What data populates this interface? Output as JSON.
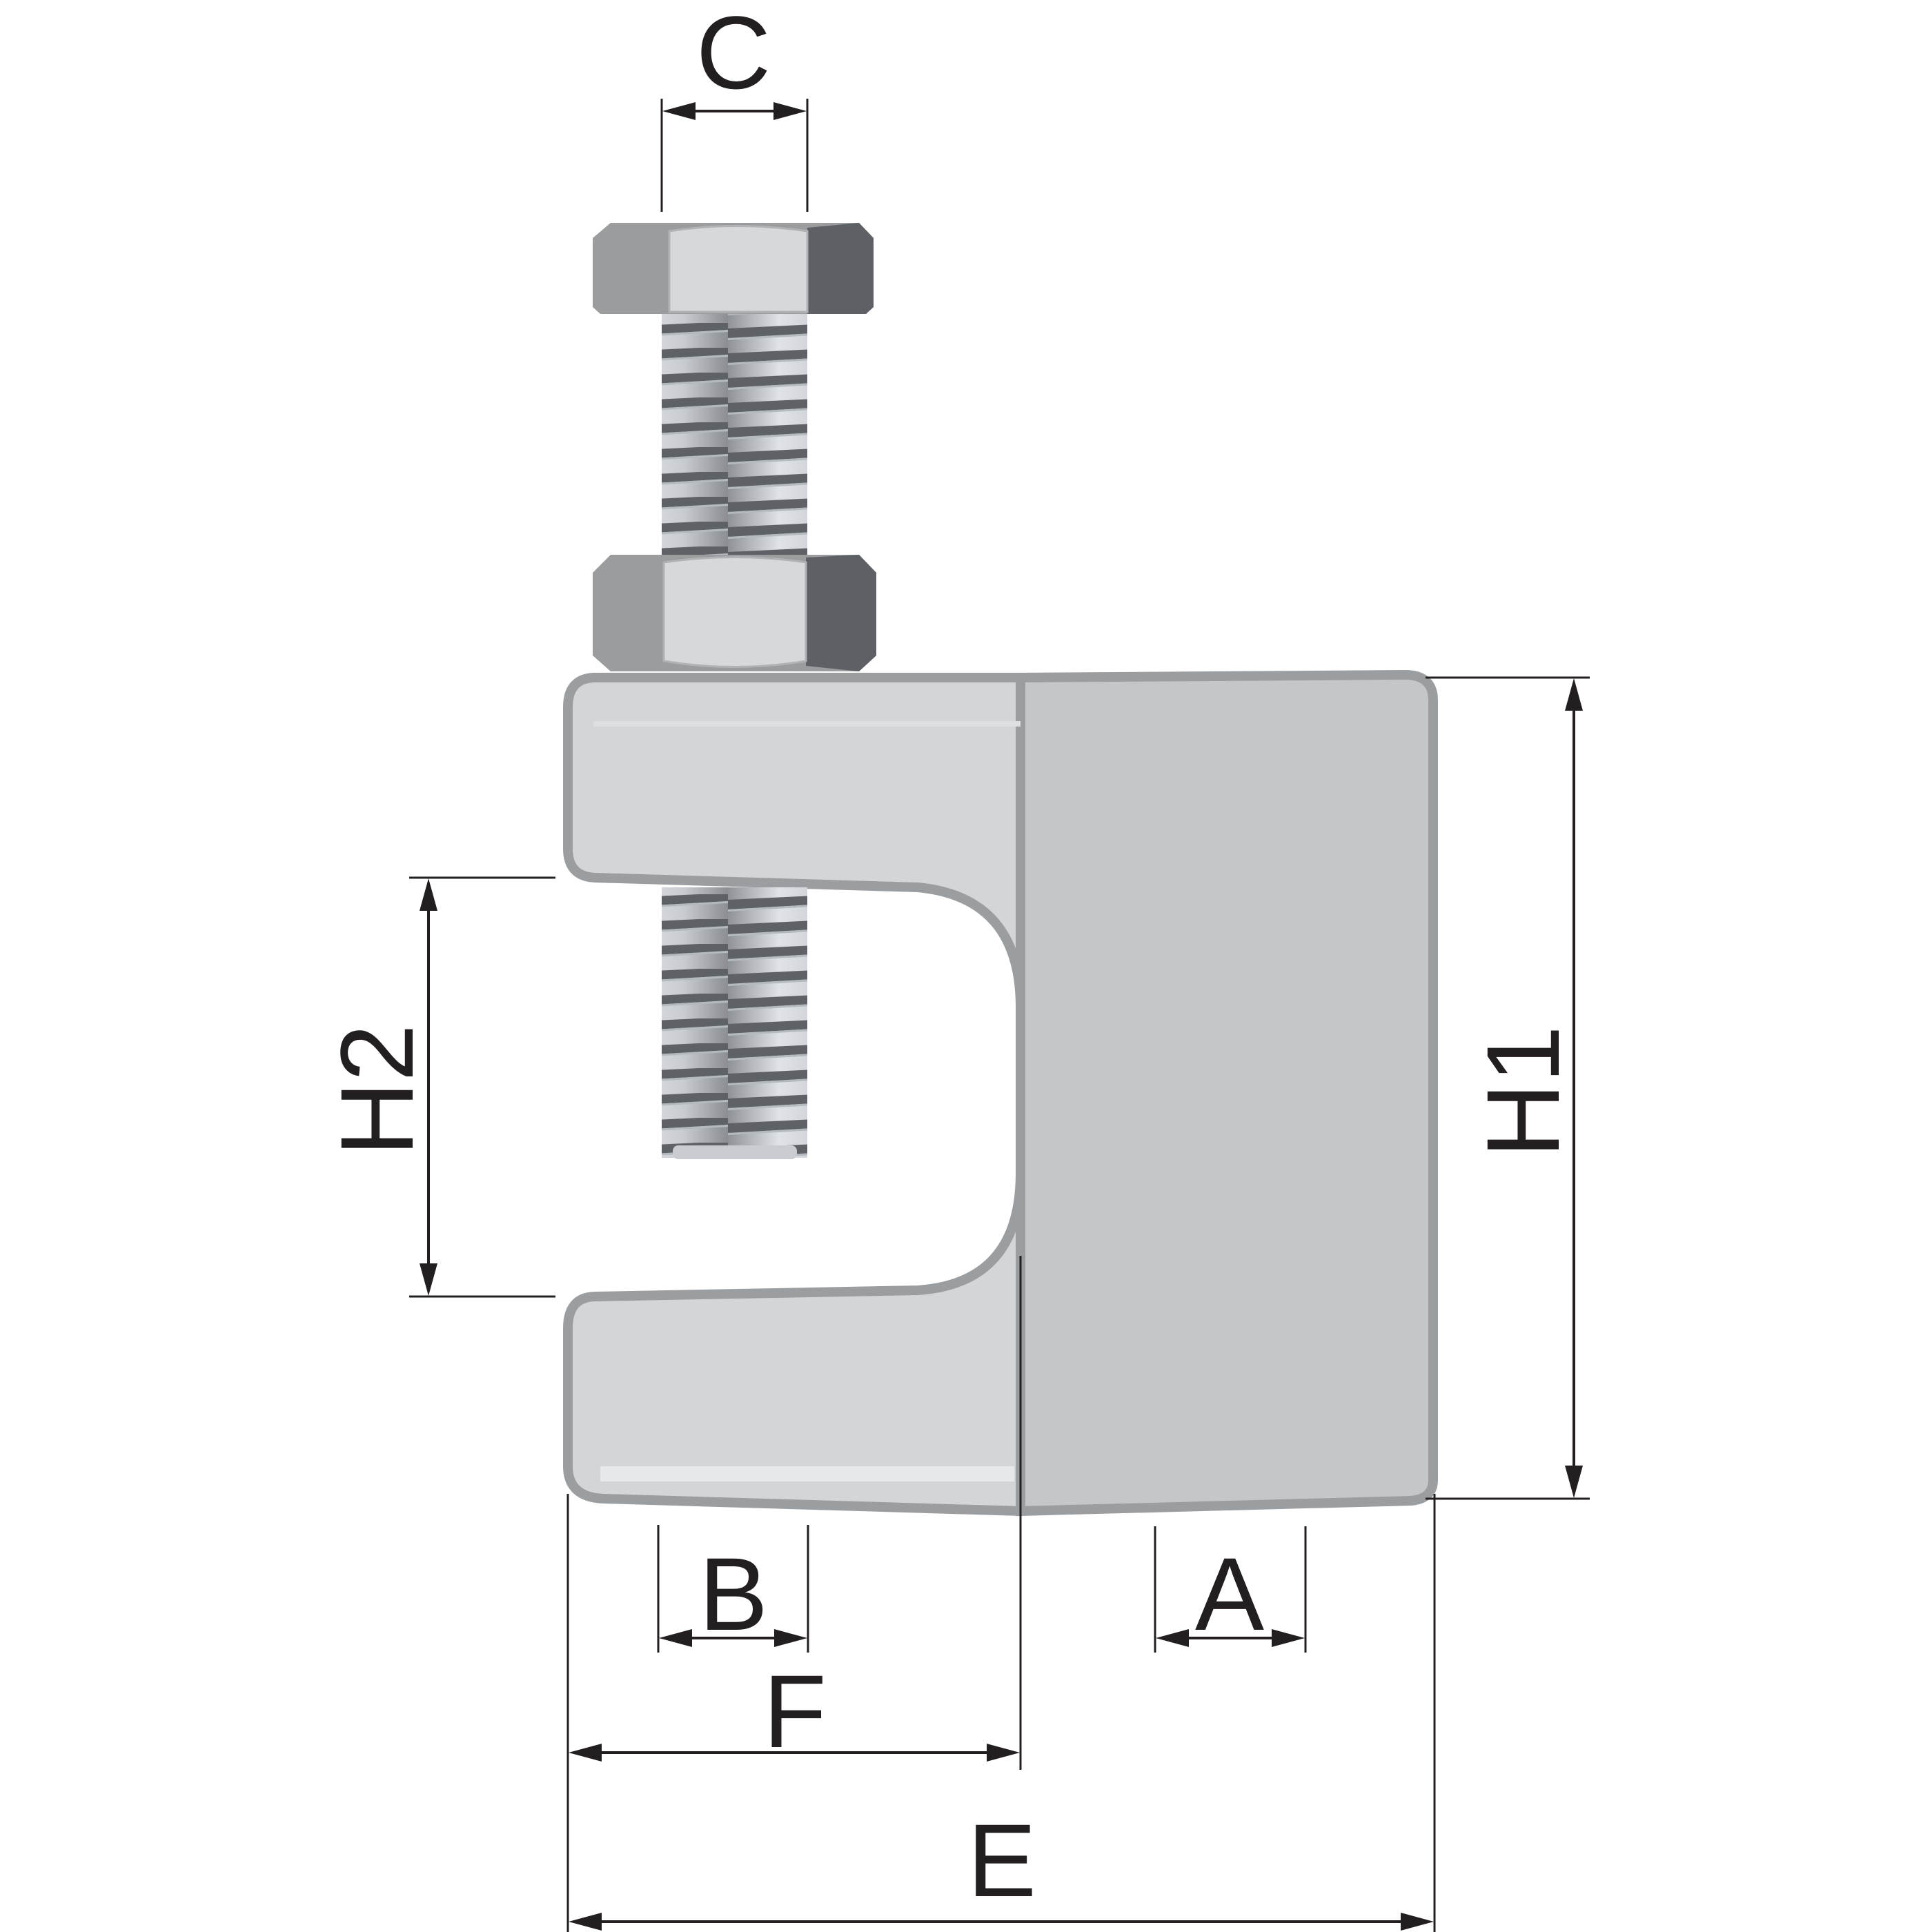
{
  "figure": {
    "subject": "Beam clamp with hex bolt and lock nut",
    "background": "#ffffff",
    "colors": {
      "line": "#231f20",
      "clamp_front": "#d3d5d7",
      "clamp_side": "#c4c6c9",
      "clamp_edge": "#9b9ea1",
      "hex_light": "#d6d8da",
      "hex_mid": "#9a9c9e",
      "hex_dark": "#5d6064",
      "thread_light": "#d9dde0",
      "thread_dark": "#5e6165"
    }
  },
  "dimensions": {
    "A": {
      "label": "A",
      "meaning": "width of right face opening"
    },
    "B": {
      "label": "B",
      "meaning": "bolt shank diameter"
    },
    "C": {
      "label": "C",
      "meaning": "bolt diameter at head"
    },
    "E": {
      "label": "E",
      "meaning": "overall width"
    },
    "F": {
      "label": "F",
      "meaning": "jaw depth"
    },
    "H1": {
      "label": "H1",
      "meaning": "overall height"
    },
    "H2": {
      "label": "H2",
      "meaning": "jaw opening"
    }
  },
  "components": {
    "bolt": "hex-head bolt",
    "nut": "hex nut",
    "body": "C-shaped clamp body"
  }
}
